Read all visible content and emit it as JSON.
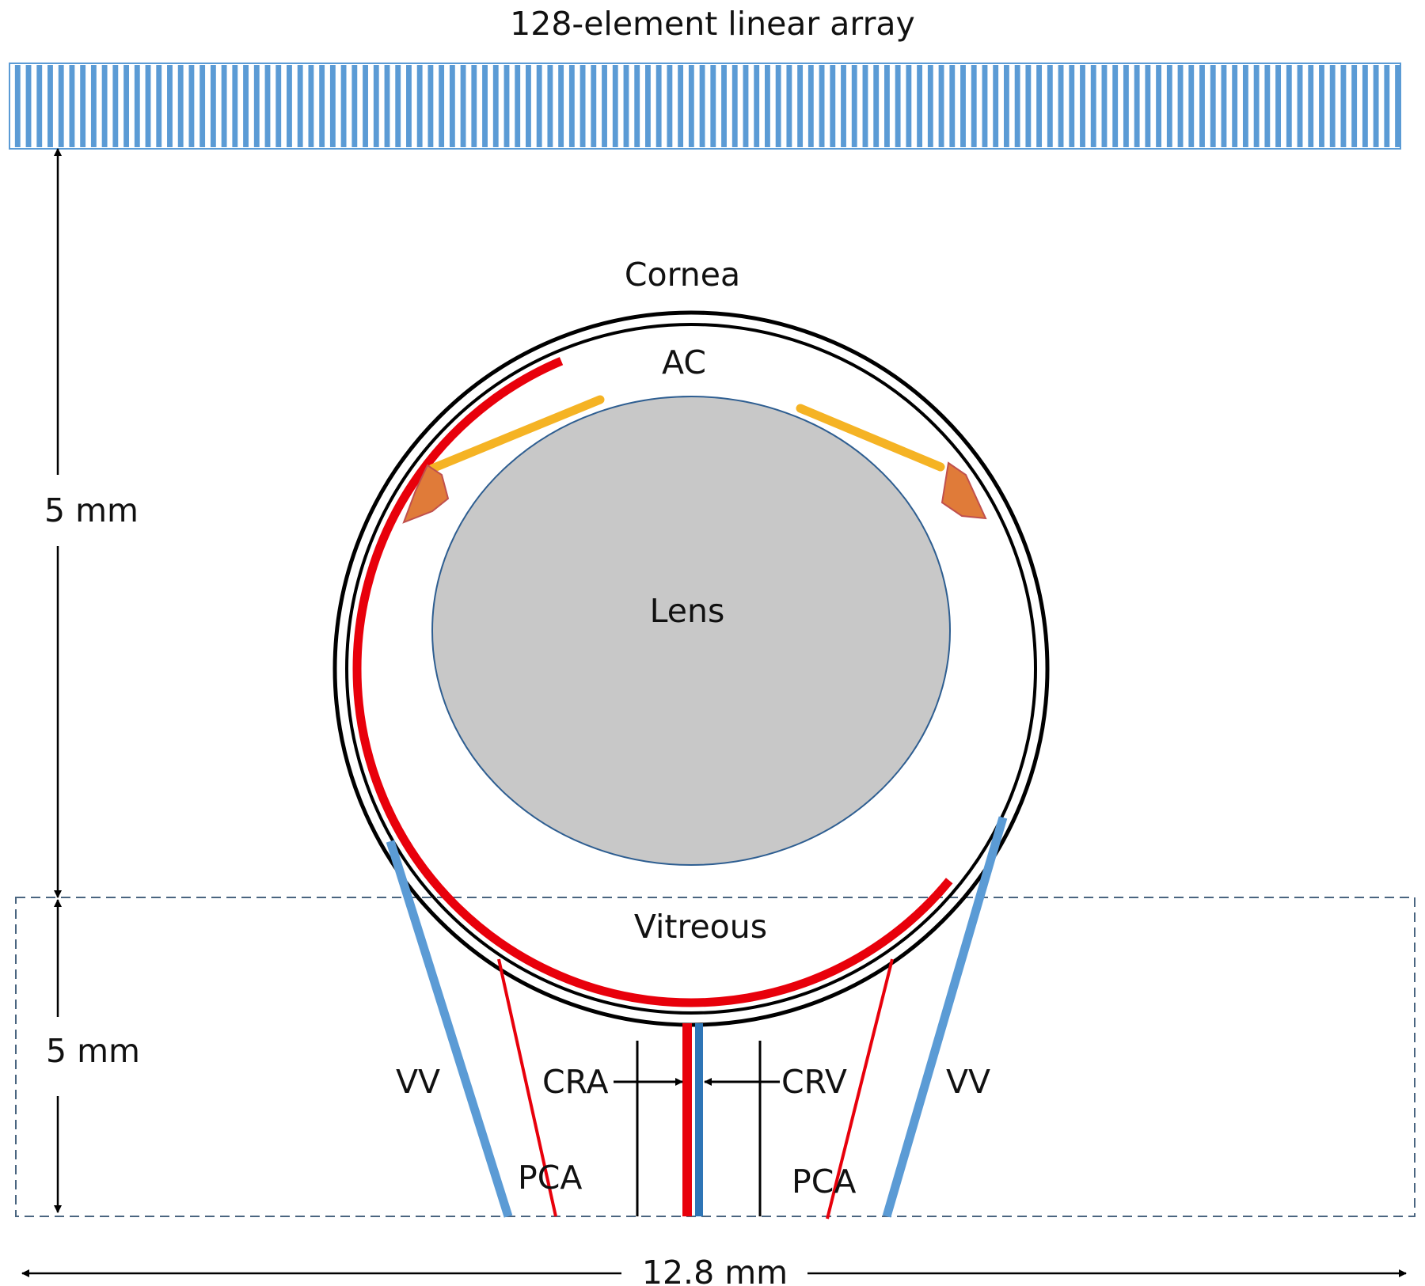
{
  "array": {
    "label": "128-element linear array",
    "element_count": 128,
    "color": "#5b9bd5"
  },
  "dimensions": {
    "upper_depth": "5 mm",
    "lower_depth": "5 mm",
    "width": "12.8 mm"
  },
  "anatomy": {
    "cornea": "Cornea",
    "anterior_chamber": "AC",
    "lens": "Lens",
    "vitreous": "Vitreous"
  },
  "vessels": {
    "vortex_vein_left": "VV",
    "vortex_vein_right": "VV",
    "central_retinal_artery": "CRA",
    "central_retinal_vein": "CRV",
    "posterior_ciliary_artery_left": "PCA",
    "posterior_ciliary_artery_right": "PCA"
  },
  "colors": {
    "artery": "#e8000b",
    "vein": "#5b9bd5",
    "iris": "#f5b324",
    "ciliary_body": "#e07b39",
    "lens_fill": "#c8c8c8",
    "lens_stroke": "#2e5e91",
    "roi_box": "#4a6580"
  }
}
